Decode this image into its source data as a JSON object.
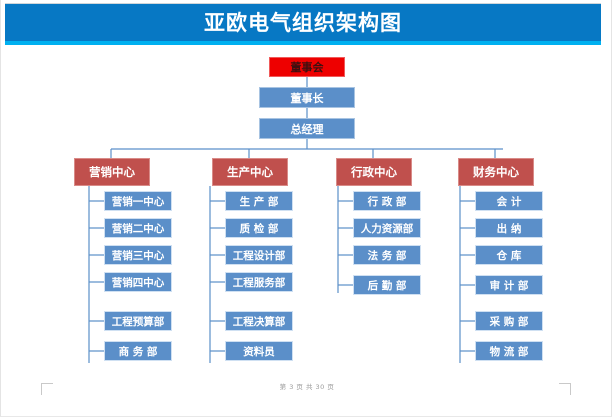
{
  "banner": {
    "title": "亚欧电气组织架构图",
    "bg_color": "#0778c4",
    "underline_color": "#00b0f0",
    "text_color": "#ffffff"
  },
  "footer": {
    "page_text": "第 3 页 共 30 页"
  },
  "colors": {
    "board_red": "#ee0000",
    "exec_blue": "#5b8fc9",
    "center_red": "#c0504d",
    "dept_blue": "#5b8fc9",
    "connector": "#5b8fc9"
  },
  "chart_data": {
    "type": "diagram",
    "title": "亚欧电气组织架构图",
    "nodes": [
      {
        "id": "board",
        "label": "董事会",
        "level": 0,
        "style": "board"
      },
      {
        "id": "chairman",
        "label": "董事长",
        "level": 1,
        "style": "exec"
      },
      {
        "id": "gm",
        "label": "总经理",
        "level": 2,
        "style": "exec"
      }
    ],
    "branches": [
      {
        "id": "marketing",
        "label": "营销中心",
        "style": "center",
        "children": [
          "营销一中心",
          "营销二中心",
          "营销三中心",
          "营销四中心",
          "工程预算部",
          "商 务 部"
        ]
      },
      {
        "id": "production",
        "label": "生产中心",
        "style": "center",
        "children": [
          "生 产 部",
          "质 检 部",
          "工程设计部",
          "工程服务部",
          "工程决算部",
          "资料员"
        ]
      },
      {
        "id": "administration",
        "label": "行政中心",
        "style": "center",
        "children": [
          "行 政 部",
          "人力资源部",
          "法 务 部",
          "后 勤 部"
        ]
      },
      {
        "id": "finance",
        "label": "财务中心",
        "style": "center",
        "children": [
          "会 计",
          "出 纳",
          "仓 库",
          "审 计 部",
          "采 购 部",
          "物 流 部"
        ]
      }
    ]
  }
}
